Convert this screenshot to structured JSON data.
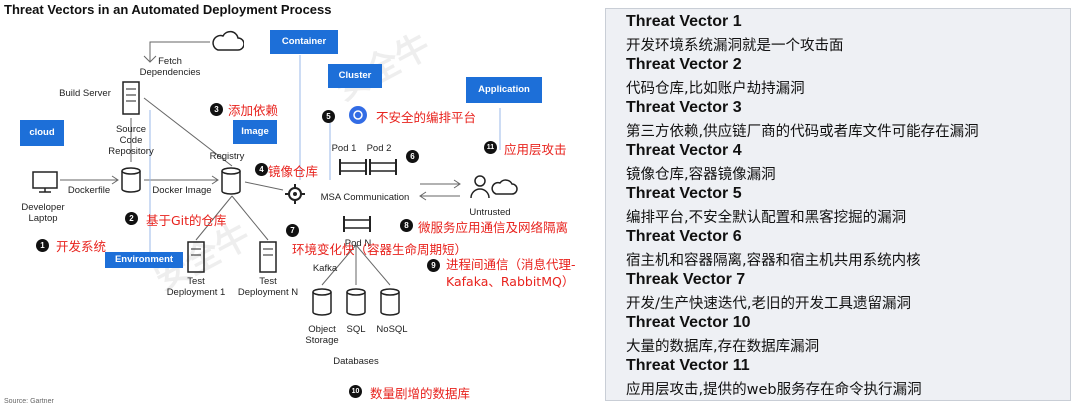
{
  "diagram": {
    "title": "Threat Vectors in an Automated Deployment Process",
    "source": "Source: Gartner",
    "badges": {
      "cloud": "cloud",
      "environment": "Environment",
      "container": "Container",
      "cluster": "Cluster",
      "image": "Image",
      "application": "Application"
    },
    "labels": {
      "fetch_dependencies": "Fetch\nDependencies",
      "build_server": "Build Server",
      "source_repo": "Source\nCode\nRepository",
      "developer_laptop": "Developer\nLaptop",
      "dockerfile": "Dockerfile",
      "docker_image": "Docker Image",
      "registry": "Registry",
      "pod1": "Pod 1",
      "pod2": "Pod 2",
      "msa_communication": "MSA Communication",
      "untrusted": "Untrusted",
      "kafka": "Kafka",
      "test_deployment_1": "Test\nDeployment 1",
      "test_deployment_n": "Test\nDeployment N",
      "object_storage": "Object\nStorage",
      "sql": "SQL",
      "nosql": "NoSQL",
      "databases": "Databases",
      "pod_n": "Pod N"
    },
    "annotations": {
      "v1": "开发系统",
      "v2": "基于Git的仓库",
      "v3": "添加依赖",
      "v4": "镜像仓库",
      "v5": "不安全的编排平台",
      "v6": "环境变化快（容器生命周期短）",
      "v8": "微服务应用通信及网络隔离",
      "v9": "进程间通信（消息代理-\nKafaka、RabbitMQ）",
      "v10": "数量剧增的数据库",
      "v11": "应用层攻击"
    },
    "numbers": {
      "n1": "1",
      "n2": "2",
      "n3": "3",
      "n4": "4",
      "n5": "5",
      "n6": "6",
      "n7": "7",
      "n8": "8",
      "n9": "9",
      "n10": "10",
      "n11": "11"
    },
    "watermark": "安全牛"
  },
  "vectors": [
    {
      "title": "Threat Vector 1",
      "desc": "开发环境系统漏洞就是一个攻击面"
    },
    {
      "title": "Threat Vector 2",
      "desc": "代码仓库,比如账户劫持漏洞"
    },
    {
      "title": "Threat Vector 3",
      "desc": "第三方依赖,供应链厂商的代码或者库文件可能存在漏洞"
    },
    {
      "title": "Threat Vector 4",
      "desc": "镜像仓库,容器镜像漏洞"
    },
    {
      "title": "Threat Vector 5",
      "desc": "编排平台,不安全默认配置和黑客挖掘的漏洞"
    },
    {
      "title": "Threat Vector 6",
      "desc": "宿主机和容器隔离,容器和宿主机共用系统内核"
    },
    {
      "title": "Threak Vector 7",
      "desc": "开发/生产快速迭代,老旧的开发工具遗留漏洞"
    },
    {
      "title": "Threat Vector 10",
      "desc": "大量的数据库,存在数据库漏洞"
    },
    {
      "title": "Threat Vector 11",
      "desc": "应用层攻击,提供的web服务存在命令执行漏洞"
    }
  ],
  "colors": {
    "badge": "#1d6fd8",
    "annotation": "#e8231e",
    "panel": "#eef0f4"
  }
}
